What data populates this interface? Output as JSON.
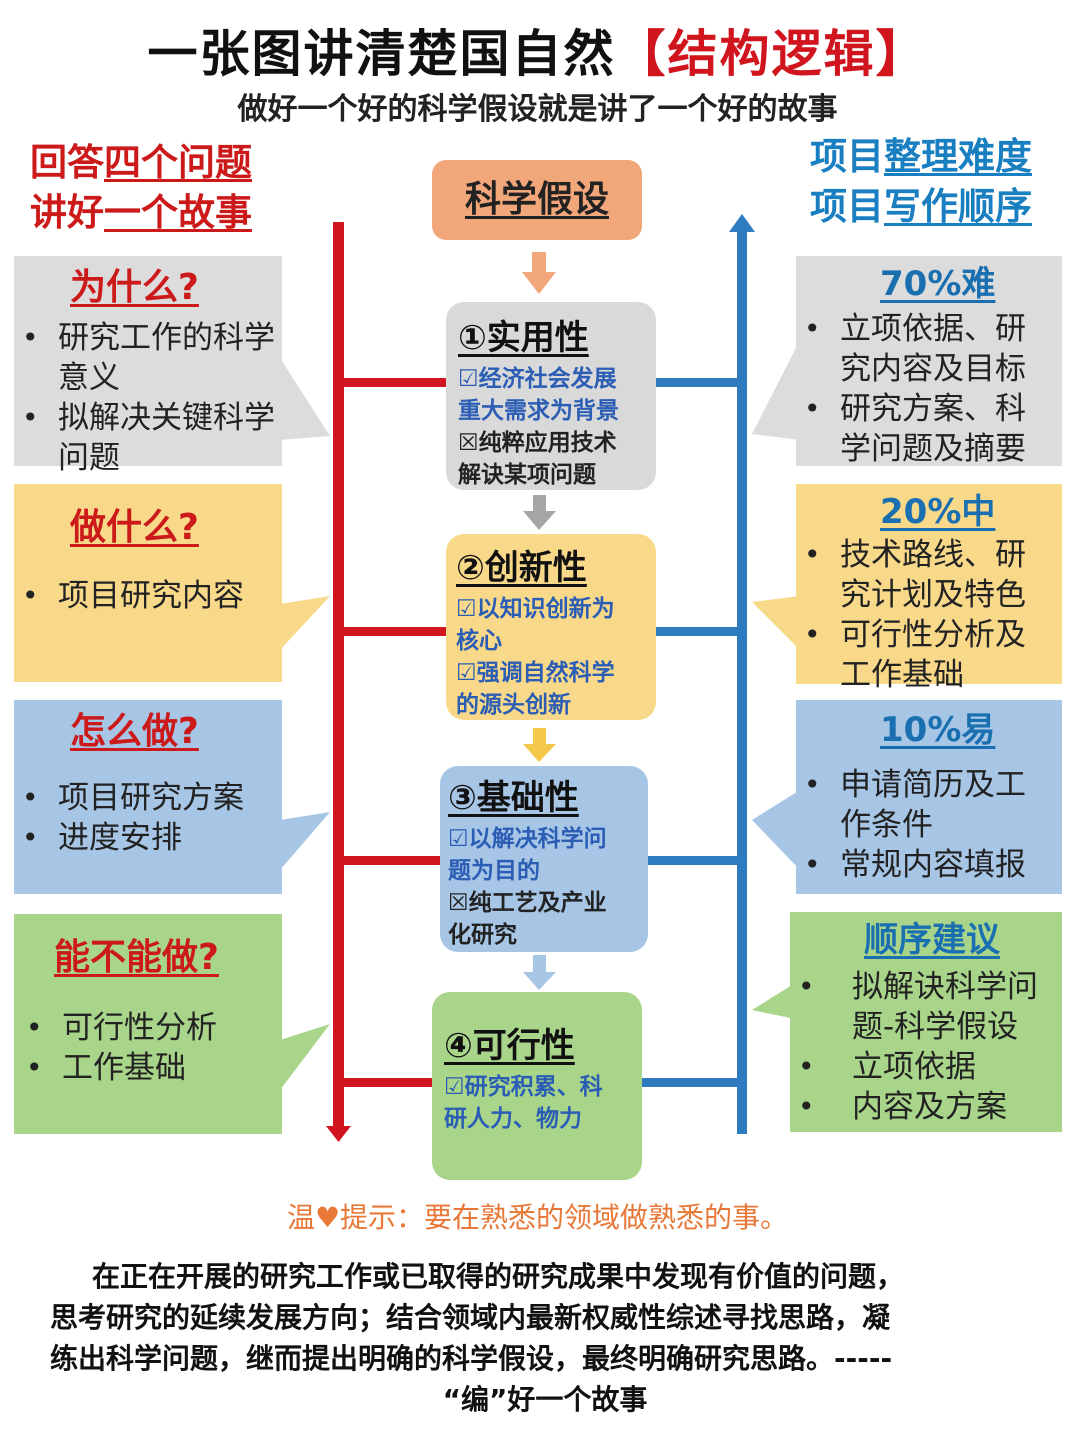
{
  "title": {
    "main": "一张图讲清楚国自然",
    "highlight": "【结构逻辑】"
  },
  "subtitle": "做好一个好的科学假设就是讲了一个好的故事",
  "left_header": {
    "line1_prefix": "回答",
    "line1_u": "四个问题",
    "line2_prefix": "讲好",
    "line2_u": "一个故事"
  },
  "right_header": {
    "line1_prefix": "项目",
    "line1_u": "整理难度",
    "line2_prefix": "项目",
    "line2_u": "写作顺序"
  },
  "colors": {
    "red": "#d0151f",
    "blue": "#2f7bbf",
    "gray": "#dcdcdc",
    "yellow": "#f8d98a",
    "lightblue": "#a7c6e6",
    "green": "#a8d58a",
    "orange": "#f2a77a"
  },
  "center_top": "科学假设",
  "left_cards": [
    {
      "q": "为什么?",
      "items": [
        "研究工作的科学意义",
        "拟解决关键科学问题"
      ]
    },
    {
      "q": "做什么?",
      "items": [
        "项目研究内容"
      ]
    },
    {
      "q": "怎么做?",
      "items": [
        "项目研究方案",
        "进度安排"
      ]
    },
    {
      "q": "能不能做?",
      "items": [
        "可行性分析",
        "工作基础"
      ]
    }
  ],
  "center_boxes": [
    {
      "title": "①实用性",
      "lines": [
        "☑经济社会发展",
        "重大需求为背景",
        "☒纯粹应用技术",
        "解诀某项问题"
      ]
    },
    {
      "title": "②创新性",
      "lines": [
        "☑以知识创新为",
        "核心",
        "☑强调自然科学",
        "的源头创新"
      ]
    },
    {
      "title": "③基础性",
      "lines": [
        "☑以解决科学问",
        "题为目的",
        "☒纯工艺及产业",
        "化研究"
      ]
    },
    {
      "title": "④可行性",
      "lines": [
        "☑研究积累、科",
        "研人力、物力"
      ]
    }
  ],
  "right_cards": [
    {
      "head": "70%难",
      "items": [
        "立项依据、研究内容及目标",
        "研究方案、科学问题及摘要"
      ]
    },
    {
      "head": "20%中",
      "items": [
        "技术路线、研究计划及特色",
        "可行性分析及工作基础"
      ]
    },
    {
      "head": "10%易",
      "items": [
        "申请简历及工作条件",
        "常规内容填报"
      ]
    },
    {
      "head": "顺序建议",
      "items": [
        "拟解诀科学问题-科学假设",
        "立项依据",
        "内容及方案"
      ]
    }
  ],
  "tip": "温♥提示：要在熟悉的领域做熟悉的事。",
  "bottom": {
    "line1": "在正在开展的研究工作或已取得的研究成果中发现有价值的问题，",
    "line2": "思考研究的延续发展方向；结合领域内最新权威性综述寻找思路，凝",
    "line3": "练出科学问题，继而提出明确的科学假设，最终明确研究思路。-----",
    "line4": "“编”好一个故事"
  }
}
